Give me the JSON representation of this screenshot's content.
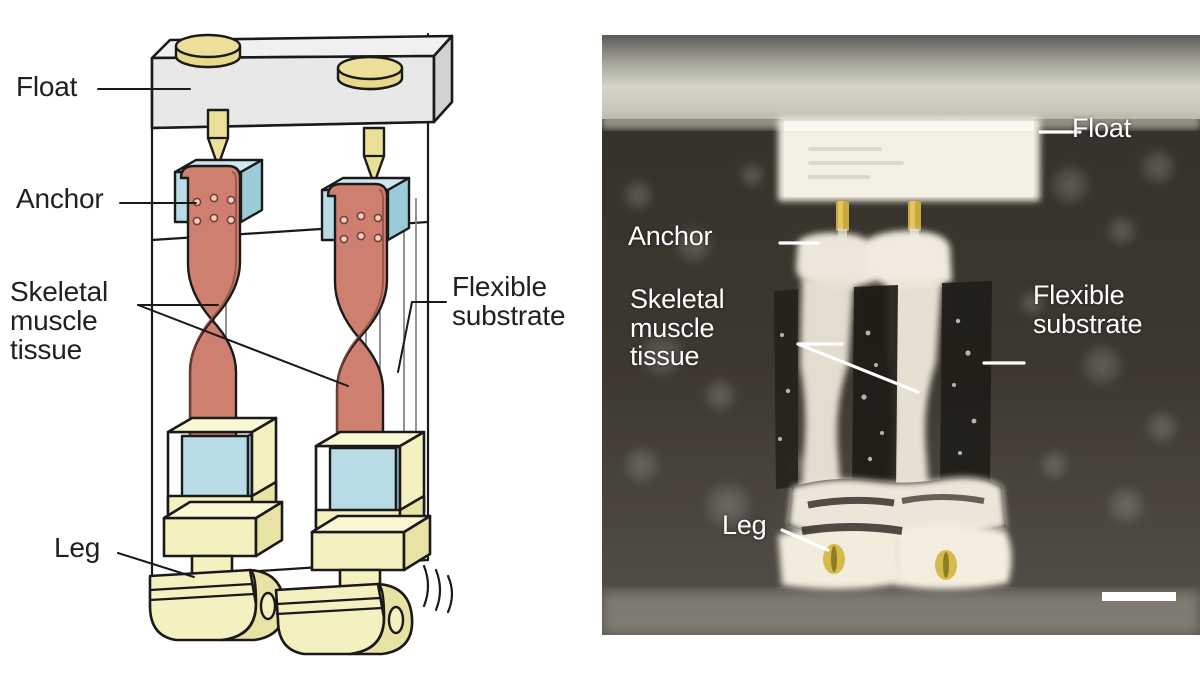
{
  "figure": {
    "title": "Biohybrid walking robot: schematic and photograph",
    "panels": [
      {
        "id": "schematic",
        "kind": "line-drawing"
      },
      {
        "id": "photograph",
        "kind": "photo"
      }
    ]
  },
  "colors": {
    "muscle": "#ce7f70",
    "muscle_shade": "#b36a5c",
    "anchor": "#b8dce6",
    "anchor_shade": "#9ccbd8",
    "leg": "#f4f0c0",
    "leg_shade": "#e8e2a4",
    "float_body": "#e8e8e8",
    "float_shade": "#d2d2d2",
    "post": "#e8d98a",
    "post_shade": "#d6c46a",
    "outline": "#1a1a1a",
    "label_dark": "#231f20",
    "label_light": "#ffffff",
    "photo_bg_dark": "#3a352c",
    "photo_bg_band": "#cfcec4",
    "photo_specimen": "#f2efe4"
  },
  "schematic": {
    "labels": {
      "float": "Float",
      "anchor": "Anchor",
      "muscle": "Skeletal\nmuscle\ntissue",
      "flexible_substrate": "Flexible\nsubstrate",
      "leg": "Leg"
    }
  },
  "photograph": {
    "labels": {
      "float": "Float",
      "anchor": "Anchor",
      "muscle": "Skeletal\nmuscle\ntissue",
      "flexible_substrate": "Flexible\nsubstrate",
      "leg": "Leg"
    },
    "scale_bar": {
      "present": true,
      "caption": ""
    }
  }
}
